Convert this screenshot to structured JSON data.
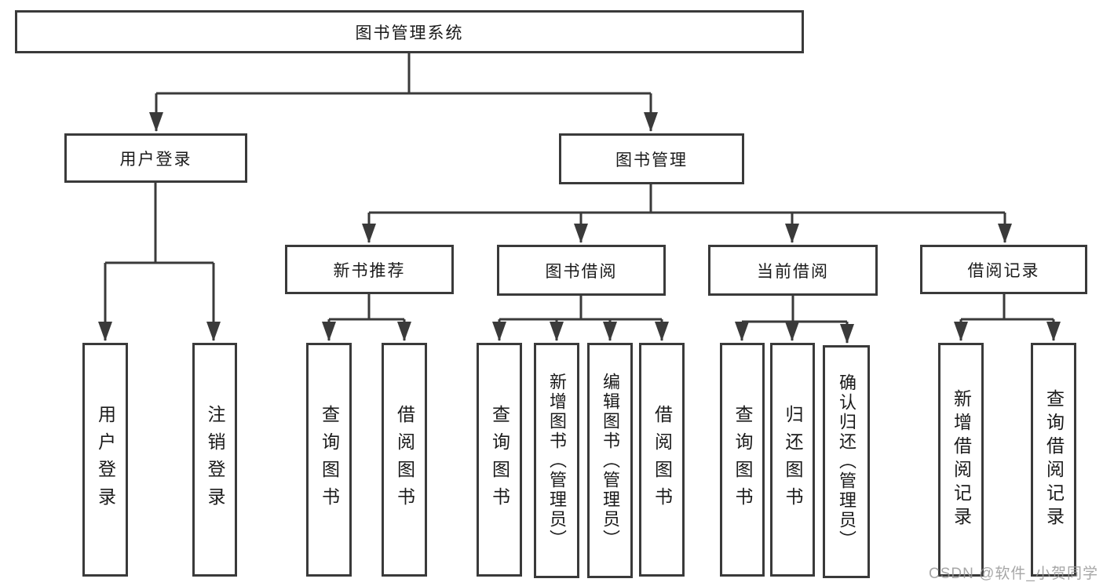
{
  "diagram_title": "图书管理系统",
  "tree": {
    "root": "图书管理系统",
    "level2": [
      "用户登录",
      "图书管理"
    ],
    "level3": [
      "新书推荐",
      "图书借阅",
      "当前借阅",
      "借阅记录"
    ],
    "leaves": [
      "用户登录",
      "注销登录",
      "查询图书",
      "借阅图书",
      "查询图书",
      "新增图书（管理员）",
      "编辑图书（管理员）",
      "借阅图书",
      "查询图书",
      "归还图书",
      "确认归还（管理员）",
      "新增借阅记录",
      "查询借阅记录"
    ],
    "hierarchy": {
      "图书管理系统": [
        "用户登录",
        "图书管理"
      ],
      "用户登录": [
        "用户登录",
        "注销登录"
      ],
      "图书管理": [
        "新书推荐",
        "图书借阅",
        "当前借阅",
        "借阅记录"
      ],
      "新书推荐": [
        "查询图书",
        "借阅图书"
      ],
      "图书借阅": [
        "查询图书",
        "新增图书（管理员）",
        "编辑图书（管理员）",
        "借阅图书"
      ],
      "当前借阅": [
        "查询图书",
        "归还图书",
        "确认归还（管理员）"
      ],
      "借阅记录": [
        "新增借阅记录",
        "查询借阅记录"
      ]
    }
  },
  "watermark": {
    "text": "CSDN @软件_小贺同学"
  },
  "colors": {
    "line": "#3a3a3a",
    "text": "#1a1a1a",
    "watermark": "#969696",
    "background": "#ffffff"
  }
}
